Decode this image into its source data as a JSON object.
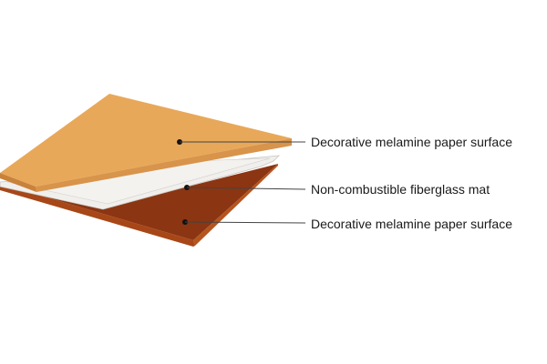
{
  "layers": [
    {
      "id": "top",
      "label": "Decorative melamine paper surface",
      "color": "#E8A85A",
      "edge_color": "#C9823A"
    },
    {
      "id": "middle",
      "label": "Non-combustible fiberglass mat",
      "color": "#F1EFEC",
      "edge_color": "#C8C6C2"
    },
    {
      "id": "bottom",
      "label": "Decorative melamine paper surface",
      "color": "#8B3512",
      "edge_color": "#B5551E"
    }
  ],
  "callout_line_color": "#444444"
}
